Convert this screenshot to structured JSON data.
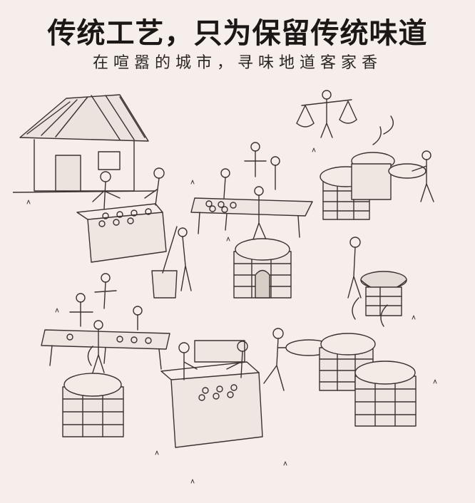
{
  "headline": "传统工艺，只为保留传统味道",
  "subline": "在喧嚣的城市，寻味地道客家香",
  "colors": {
    "background": "#f6eeea",
    "ink": "#1b1716",
    "sketch": "#3a3230"
  },
  "illustration": {
    "subject": "ink-sketch-traditional-hakka-food-workshop"
  }
}
